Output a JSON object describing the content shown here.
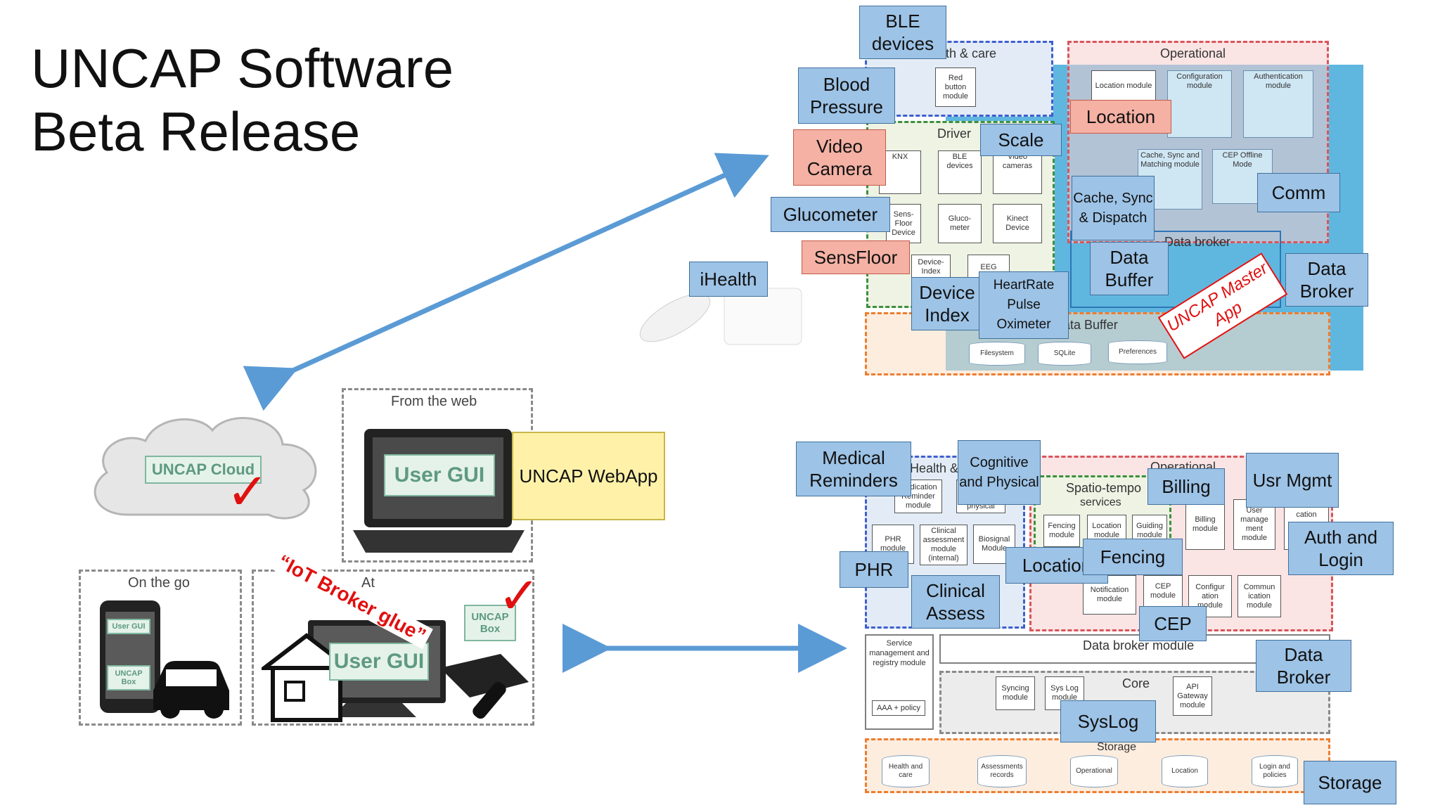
{
  "title_line1": "UNCAP Software",
  "title_line2": "Beta Release",
  "top_diagram": {
    "groups": {
      "health_care": "th & care",
      "operational": "Operational",
      "drivers": "Driver",
      "data_broker": "Data broker",
      "data_buffer": "ata Buffer"
    },
    "modules": {
      "red_button": "Red button module",
      "location_module": "Location module",
      "configuration": "Configuration module",
      "authentication": "Authentication module",
      "knx": "KNX",
      "ble_devices": "BLE devices",
      "video_cameras": "Video cameras",
      "sensfloor_device": "Sens-Floor Device",
      "glucometer": "Gluco-meter",
      "kinect": "Kinect Device",
      "device_index": "Device-Index",
      "eeg": "EEG",
      "cache_sync": "Cache, Sync and Matching module",
      "cep_offline": "CEP Offline Mode"
    },
    "stores": [
      "Filesystem",
      "SQLite",
      "Preferences"
    ],
    "callouts": {
      "ble": "BLE devices",
      "blood_pressure": "Blood Pressure",
      "video_camera": "Video Camera",
      "glucometer": "Glucometer",
      "sensfloor": "SensFloor",
      "ihealth": "iHealth",
      "scale": "Scale",
      "location": "Location",
      "cache_sync_dispatch": "Cache, Sync & Dispatch",
      "comm": "Comm",
      "data_buffer": "Data Buffer",
      "data_broker": "Data Broker",
      "device_index": "Device Index",
      "heartrate": "HeartRate Pulse Oximeter"
    },
    "stamp": "UNCAP Master App"
  },
  "left_diagram": {
    "from_web": "From the web",
    "user_gui": "User GUI",
    "uncap_cloud": "UNCAP Cloud",
    "webapp": "UNCAP WebApp",
    "on_the_go": "On the go",
    "at_home": "At",
    "phone_gui": "User GUI",
    "phone_box": "UNCAP Box",
    "home_gui": "User GUI",
    "uncap_box": "UNCAP Box",
    "glue": "“IoT Broker glue”"
  },
  "bottom_diagram": {
    "groups": {
      "health": "Health &",
      "operational": "Operational",
      "spatio": "Spatio-tempo",
      "services": "services",
      "data_broker_module": "Data broker module",
      "core": "Core",
      "storage": "Storage"
    },
    "modules": {
      "med_reminder": "Medication Reminder module",
      "cog_phys": "physical",
      "phr": "PHR module",
      "clinical": "Clinical assessment module (internal)",
      "biosignal": "Biosignal Module",
      "fencing": "Fencing module",
      "location": "Location module",
      "guiding": "Guiding module",
      "billing": "Billing module",
      "user_mgmt": "User manage ment module",
      "auth": "Authenti cation",
      "notification": "Notification module",
      "cep": "CEP module",
      "config": "Configur ation module",
      "comm": "Commun ication module",
      "service_mgmt": "Service management and registry module",
      "aaa": "AAA + policy",
      "syncing": "Syncing module",
      "syslog": "Sys Log module",
      "api_gw": "API Gateway module"
    },
    "stores": [
      "Health and care",
      "Assessments records",
      "Operational",
      "Location",
      "Login and policies"
    ],
    "callouts": {
      "medical_reminders": "Medical Reminders",
      "cognitive": "Cognitive and Physical",
      "billing": "Billing",
      "usr_mgmt": "Usr Mgmt",
      "auth_login": "Auth and Login",
      "phr": "PHR",
      "clinical": "Clinical Assess",
      "location": "Location",
      "fencing": "Fencing",
      "cep": "CEP",
      "data_broker": "Data Broker",
      "syslog": "SysLog",
      "storage": "Storage"
    }
  },
  "colors": {
    "callout_blue": "#9dc3e6",
    "callout_red": "#f4b1a4",
    "arrow": "#5b9bd5",
    "master_app": "#e01010"
  }
}
